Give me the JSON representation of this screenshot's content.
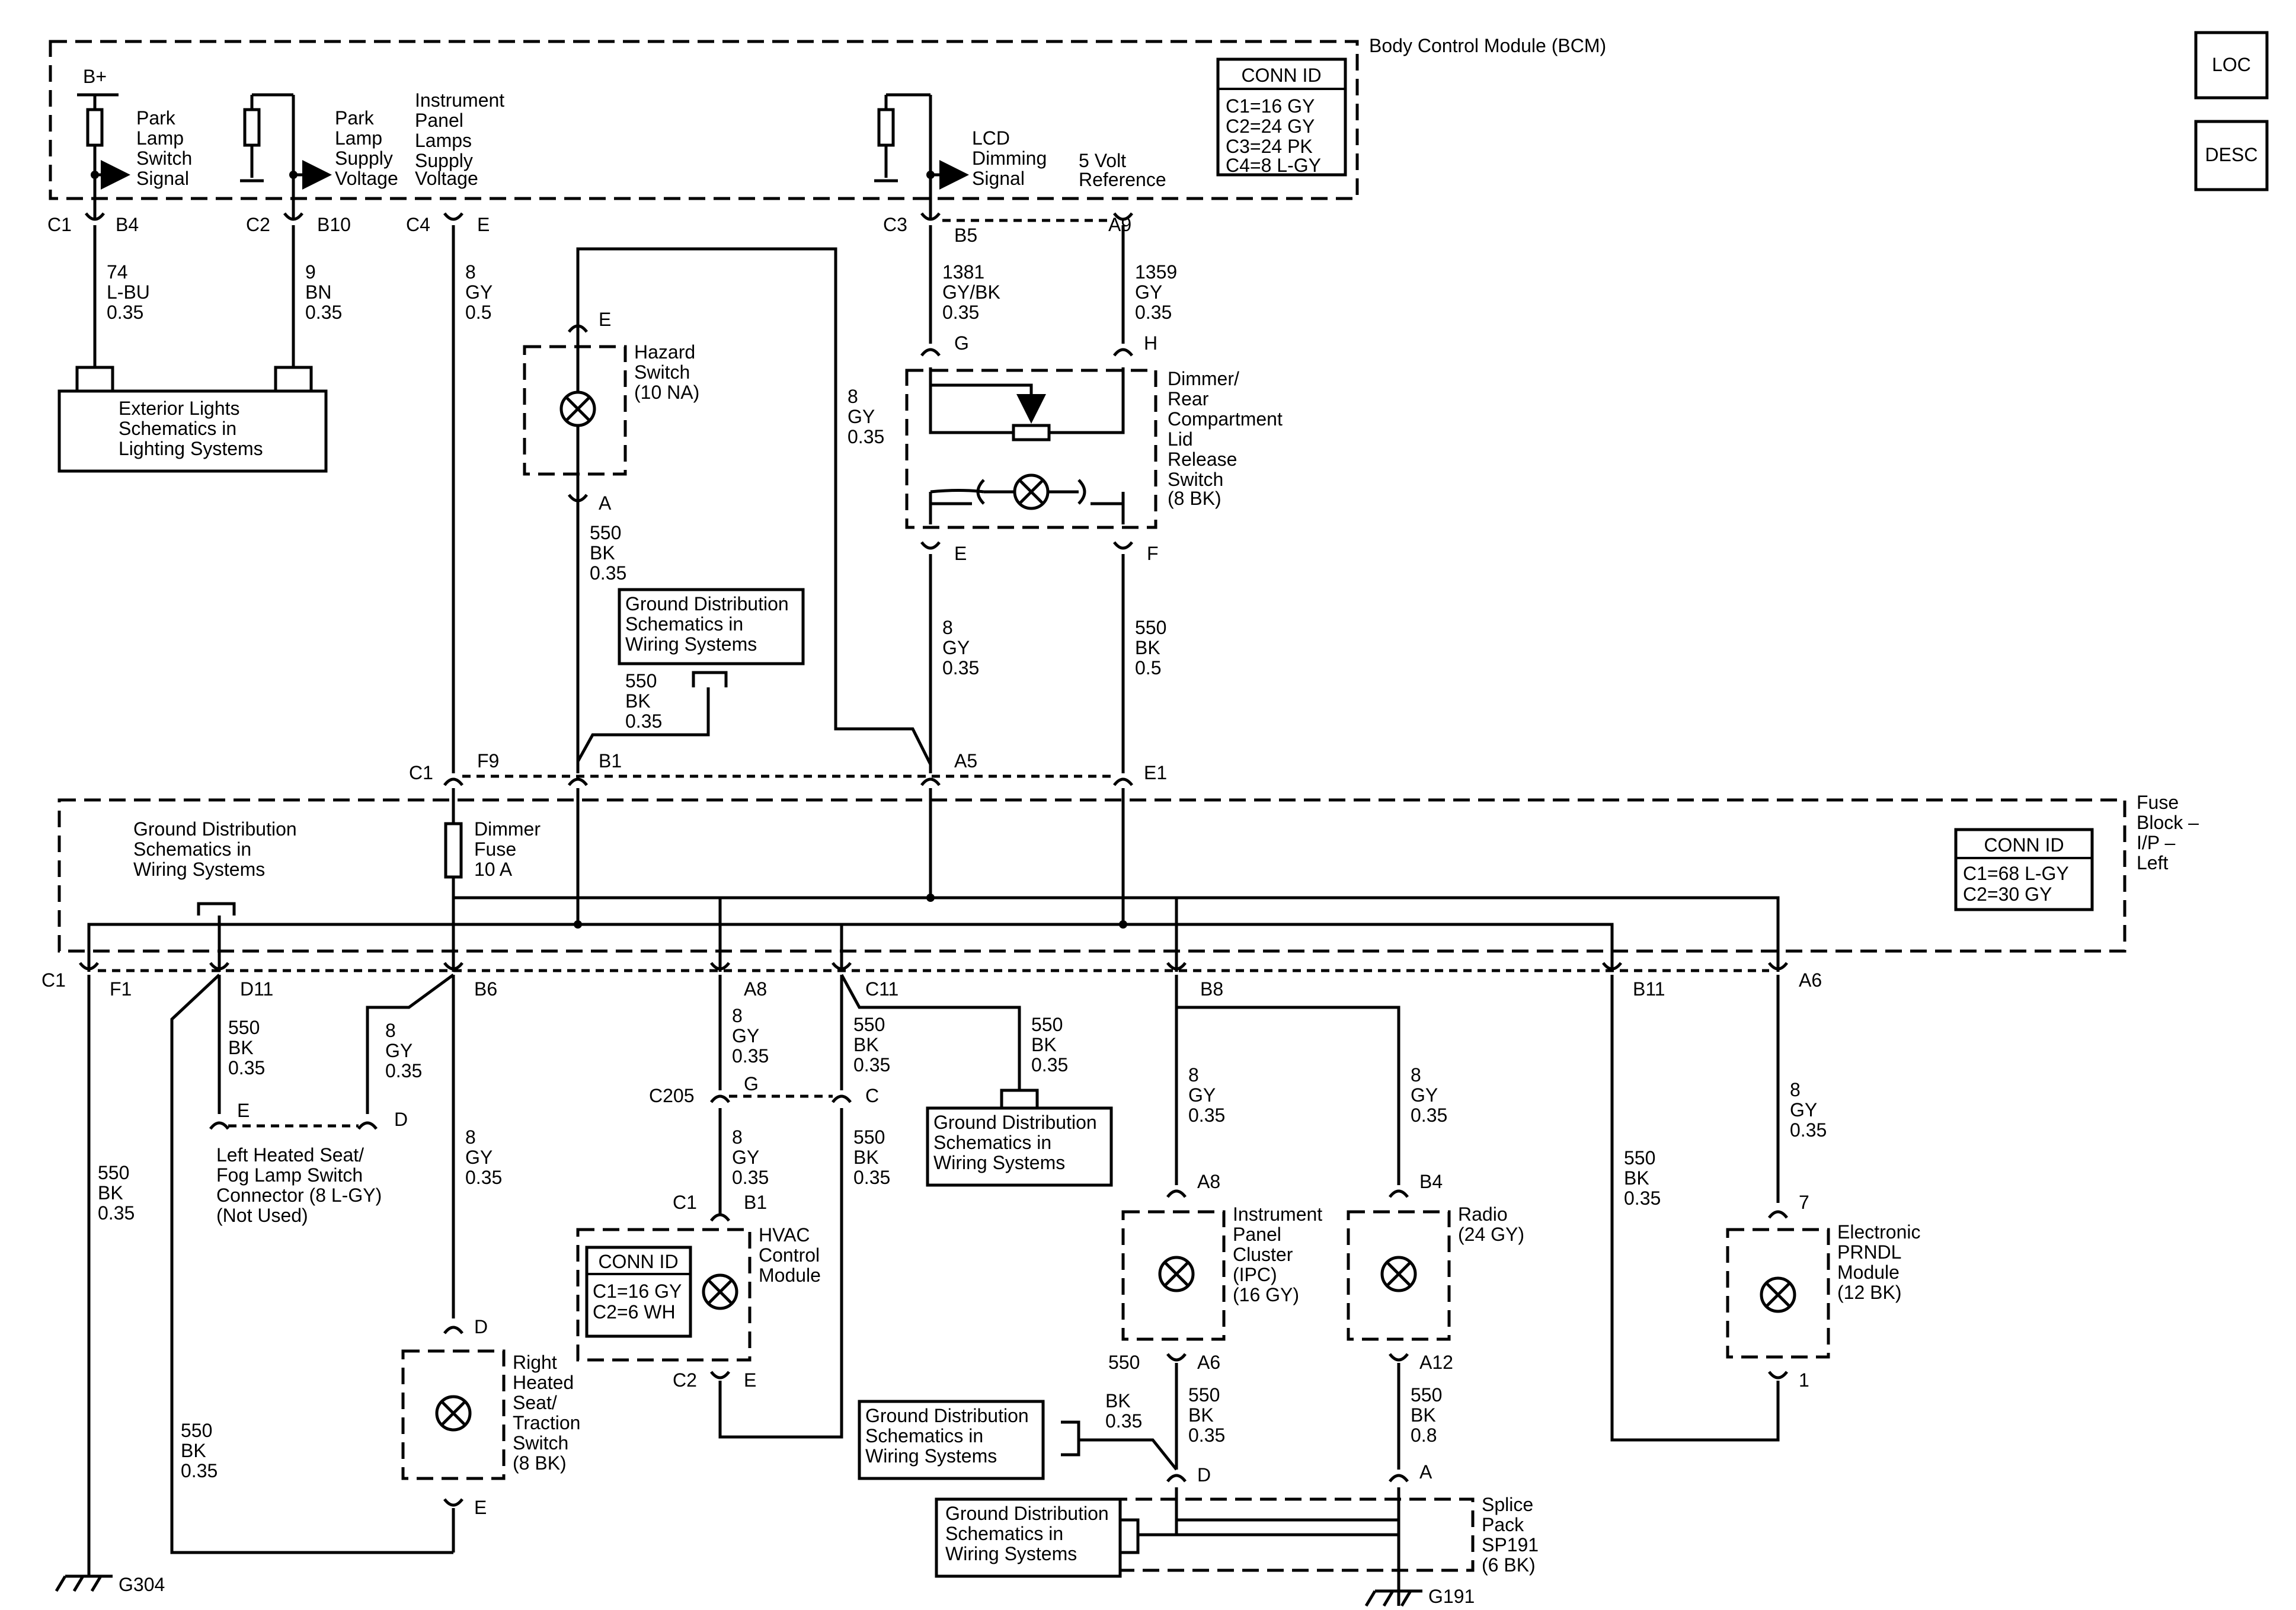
{
  "modules": {
    "bcm": "Body Control Module (BCM)",
    "bcm_conn": {
      "title": "CONN ID",
      "lines": [
        "C1=16 GY",
        "C2=24 GY",
        "C3=24 PK",
        "C4=8 L-GY"
      ]
    },
    "fuse_block": "Fuse Block - I/P - Left",
    "fuse_conn": {
      "title": "CONN ID",
      "lines": [
        "C1=68 L-GY",
        "C2=30 GY"
      ]
    },
    "hvac_conn": {
      "title": "CONN ID",
      "lines": [
        "C1=16 GY",
        "C2=6 WH"
      ]
    },
    "loc": "LOC",
    "desc": "DESC"
  },
  "signals": {
    "bplus": "B+",
    "park_lamp_switch": "Park Lamp Switch Signal",
    "park_lamp_supply": "Park Lamp Supply Voltage",
    "ip_lamps_supply": "Instrument Panel Lamps Supply Voltage",
    "lcd_dimming": "LCD Dimming Signal",
    "five_volt_ref": "5 Volt Reference"
  },
  "components": {
    "exterior_lights": "Exterior Lights Schematics in Lighting Systems",
    "hazard_switch": "Hazard Switch (10 NA)",
    "dimmer_switch": "Dimmer/ Rear Compartment Lid Release Switch (8 BK)",
    "ground_dist": "Ground Distribution Schematics in Wiring Systems",
    "dimmer_fuse": "Dimmer Fuse 10 A",
    "left_heated_seat": "Left Heated Seat/ Fog Lamp Switch Connector (8 L-GY) (Not Used)",
    "hvac": "HVAC Control Module",
    "right_heated_seat": "Right Heated Seat/ Traction Switch (8 BK)",
    "ipc": "Instrument Panel Cluster (IPC) (16 GY)",
    "radio": "Radio (24 GY)",
    "prndl": "Electronic PRNDL Module (12 BK)",
    "splice_pack": "Splice Pack SP191 (6 BK)",
    "g304": "G304",
    "g191": "G191"
  },
  "wires": {
    "w74": [
      "74",
      "L-BU",
      "0.35"
    ],
    "w9": [
      "9",
      "BN",
      "0.35"
    ],
    "w8_05": [
      "8",
      "GY",
      "0.5"
    ],
    "w8_035": [
      "8",
      "GY",
      "0.35"
    ],
    "w1381": [
      "1381",
      "GY/BK",
      "0.35"
    ],
    "w1359": [
      "1359",
      "GY",
      "0.35"
    ],
    "w550_035": [
      "550",
      "BK",
      "0.35"
    ],
    "w550_05": [
      "550",
      "BK",
      "0.5"
    ],
    "w550_08": [
      "550",
      "BK",
      "0.8"
    ],
    "w550": "550",
    "bk_035": [
      "BK",
      "0.35"
    ]
  },
  "pins": {
    "C1": "C1",
    "C2": "C2",
    "C3": "C3",
    "C4": "C4",
    "C205": "C205",
    "B4": "B4",
    "B10": "B10",
    "E": "E",
    "B5": "B5",
    "A9": "A9",
    "G": "G",
    "H": "H",
    "A": "A",
    "F": "F",
    "F9": "F9",
    "B1": "B1",
    "A5": "A5",
    "E1": "E1",
    "F1": "F1",
    "D11": "D11",
    "B6": "B6",
    "A8": "A8",
    "C11": "C11",
    "B8": "B8",
    "B11": "B11",
    "A6": "A6",
    "C": "C",
    "D": "D",
    "A12": "A12",
    "7": "7",
    "1": "1"
  }
}
